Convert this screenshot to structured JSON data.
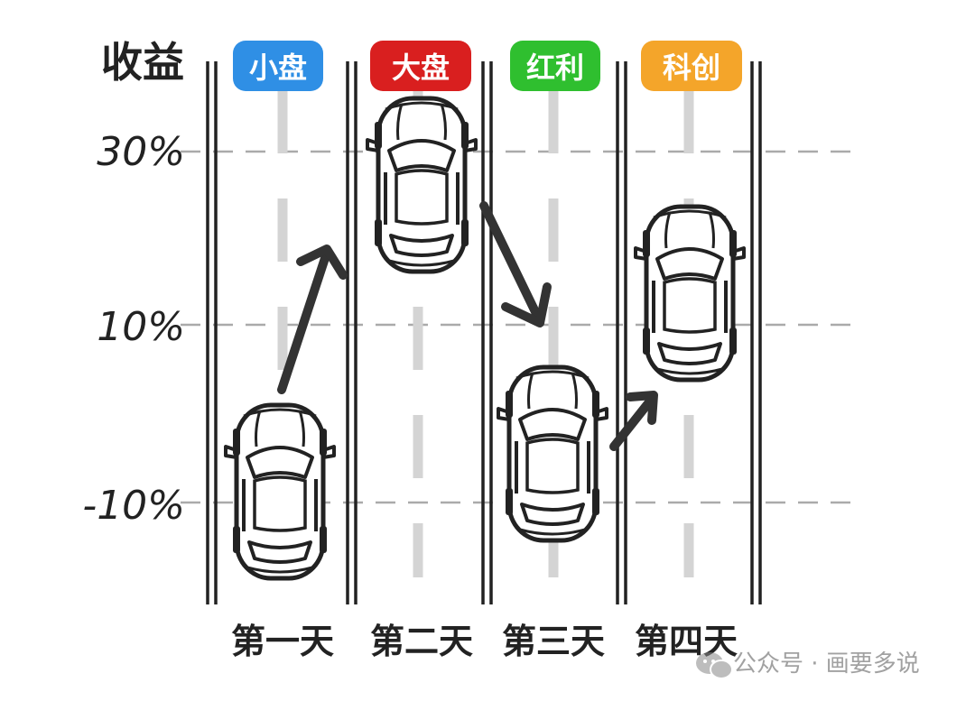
{
  "y_axis": {
    "title": "收益",
    "ticks": [
      "30%",
      "10%",
      "-10%"
    ]
  },
  "lanes": [
    {
      "tag": "小盘",
      "color": "#2f8fe5",
      "day": "第一天"
    },
    {
      "tag": "大盘",
      "color": "#d91f1f",
      "day": "第二天"
    },
    {
      "tag": "红利",
      "color": "#2fbf2f",
      "day": "第三天"
    },
    {
      "tag": "科创",
      "color": "#f4a52a",
      "day": "第四天"
    }
  ],
  "watermark": {
    "icon": "wechat-icon",
    "text": "公众号 · 画要多说"
  }
}
